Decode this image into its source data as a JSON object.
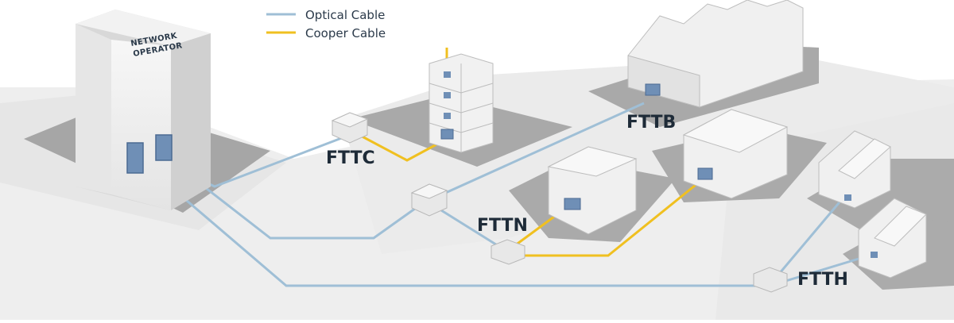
{
  "legend": {
    "optical_label": "Optical Cable",
    "copper_label": "Cooper Cable"
  },
  "operator": {
    "line1": "NETWORK",
    "line2": "OPERATOR"
  },
  "labels": {
    "fttc": "FTTC",
    "fttb": "FTTB",
    "fttn": "FTTN",
    "ftth": "FTTH"
  },
  "colors": {
    "optical": "#9fbfd6",
    "copper": "#f0c020",
    "ground": "#eeeeee",
    "plot": "#a9a9a9",
    "building": "#f3f3f3",
    "equipment": "#6f8fb6",
    "text": "#2b3a4a"
  }
}
